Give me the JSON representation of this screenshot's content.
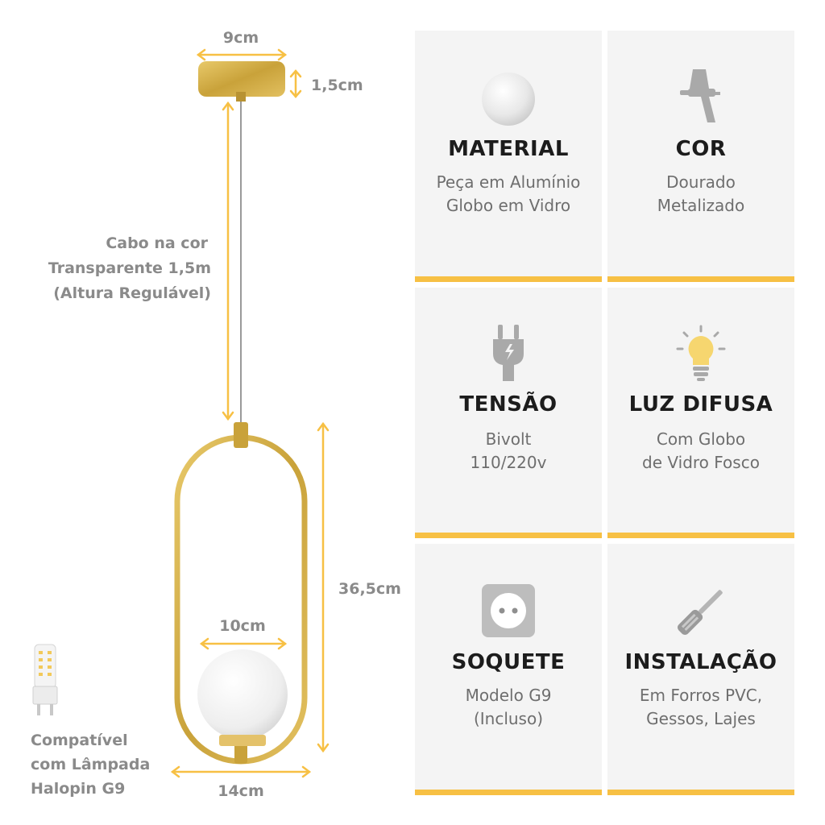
{
  "colors": {
    "accent": "#f7c044",
    "gold": "#d8b44c",
    "dimension_text": "#8a8a8a",
    "card_bg": "#f4f4f4"
  },
  "dimensions": {
    "canopy_width": "9cm",
    "canopy_height": "1,5cm",
    "frame_height": "36,5cm",
    "globe_width": "10cm",
    "frame_width": "14cm"
  },
  "cable_note": [
    "Cabo na cor",
    "Transparente 1,5m",
    "(Altura Regulável)"
  ],
  "bulb_note": [
    "Compatível",
    "com Lâmpada",
    "Halopin G9"
  ],
  "cards": [
    {
      "title": "MATERIAL",
      "lines": [
        "Peça em Alumínio",
        "Globo em Vidro"
      ],
      "icon": "sphere-icon"
    },
    {
      "title": "COR",
      "lines": [
        "Dourado",
        "Metalizado"
      ],
      "icon": "spray-gun-icon"
    },
    {
      "title": "TENSÃO",
      "lines": [
        "Bivolt",
        "110/220v"
      ],
      "icon": "plug-icon"
    },
    {
      "title": "LUZ DIFUSA",
      "lines": [
        "Com Globo",
        "de Vidro Fosco"
      ],
      "icon": "lightbulb-icon"
    },
    {
      "title": "SOQUETE",
      "lines": [
        "Modelo G9",
        "(Incluso)"
      ],
      "icon": "outlet-icon"
    },
    {
      "title": "INSTALAÇÃO",
      "lines": [
        "Em Forros PVC,",
        "Gessos, Lajes"
      ],
      "icon": "screwdriver-icon"
    }
  ]
}
